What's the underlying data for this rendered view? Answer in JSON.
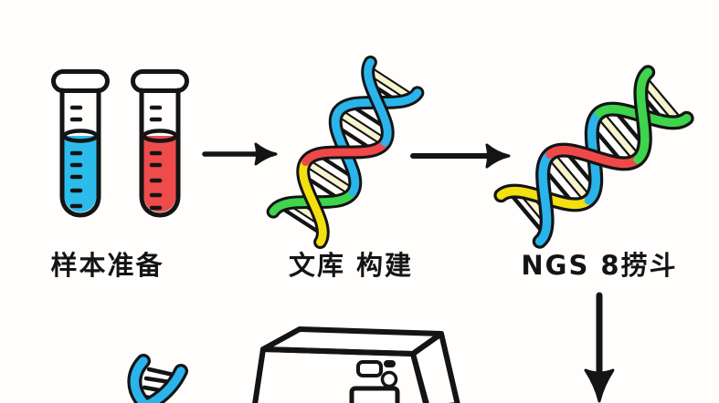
{
  "workflow": {
    "steps": [
      {
        "id": "sample-preparation",
        "label": "样本准备"
      },
      {
        "id": "library-construction",
        "label": "文库 构建"
      },
      {
        "id": "ngs-sequencing",
        "label": "NGS 8捞斗"
      }
    ]
  },
  "icons": {
    "test-tube-blue-icon": "cartoon test tube with cyan liquid and graduation ticks",
    "test-tube-red-icon": "cartoon test tube with red liquid and graduation ticks",
    "arrow-right-icon": "black right arrow connector",
    "dna-helix-library-icon": "diagonal multicolor DNA double helix",
    "dna-helix-ngs-icon": "diagonal multicolor DNA double helix",
    "arrow-down-icon": "black downward arrow connector",
    "sequencer-machine-icon": "blue-gray benchtop sequencer box with status lights and screen",
    "dna-helix-partial-icon": "partial blue DNA helix at bottom edge"
  },
  "colors": {
    "outline": "#141414",
    "blue_liquid": "#2cbcec",
    "red_liquid": "#ee4b4b",
    "dna_blue": "#2ab4ec",
    "dna_red": "#f04848",
    "dna_green": "#3ed44c",
    "dna_yellow": "#f2e011",
    "dna_rung_cream": "#f7f3cc",
    "machine_front": "#4f7195",
    "machine_top": "#5c5c5e",
    "machine_side": "#e9e8e4",
    "indicator_green": "#5ecb21",
    "indicator_orange": "#f25a0e",
    "screen_fill": "#d6f0f2"
  }
}
